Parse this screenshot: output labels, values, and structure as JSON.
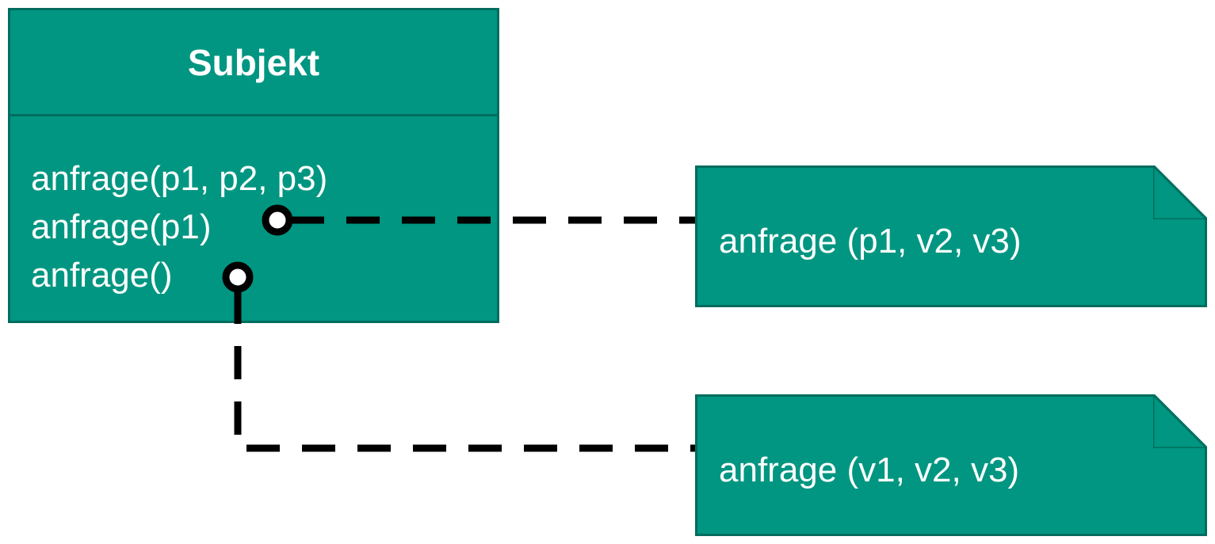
{
  "class": {
    "name": "Subjekt",
    "methods": [
      "anfrage(p1, p2, p3)",
      "anfrage(p1)",
      "anfrage()"
    ]
  },
  "notes": [
    {
      "text": "anfrage (p1, v2, v3)"
    },
    {
      "text": "anfrage (v1, v2, v3)"
    }
  ],
  "colors": {
    "fill": "#009681",
    "border": "#006d5f",
    "text": "#ffffff",
    "connector": "#000000"
  }
}
